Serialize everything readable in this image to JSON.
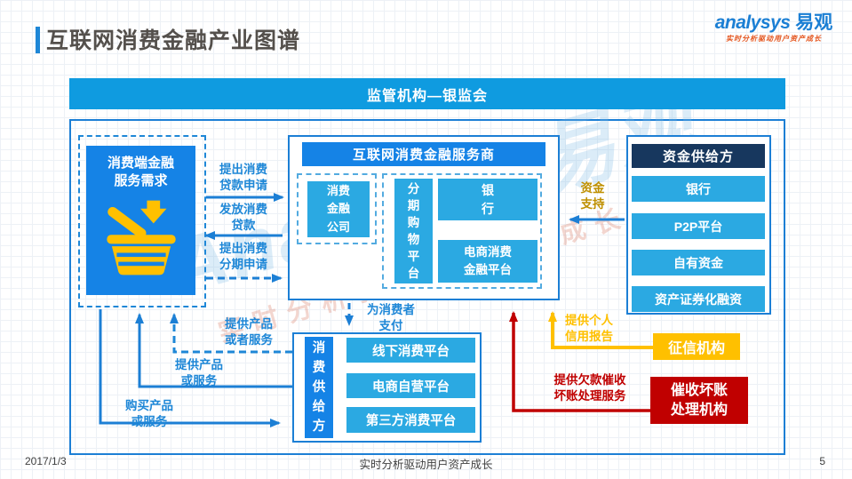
{
  "title": "互联网消费金融产业图谱",
  "logo": {
    "en": "analysys",
    "cn": "易观",
    "tagline": "实时分析驱动用户资产成长"
  },
  "banner": "监管机构—银监会",
  "demand": {
    "label": "消费端金融\n服务需求"
  },
  "provider": {
    "header": "互联网消费金融服务商",
    "companies": "消费\n金融\n公司",
    "installment": "分期购物平台",
    "bank": "银\n行",
    "ecommerce": "电商消费\n金融平台"
  },
  "funding": {
    "header": "资金供给方",
    "items": [
      "银行",
      "P2P平台",
      "自有资金",
      "资产证券化融资"
    ]
  },
  "consumption": {
    "header": "消费供给方",
    "items": [
      "线下消费平台",
      "电商自营平台",
      "第三方消费平台"
    ]
  },
  "agencies": {
    "credit": "征信机构",
    "collection": "催收坏账\n处理机构"
  },
  "arrows": {
    "loan_apply": "提出消费\n贷款申请",
    "loan_issue": "发放消费\n贷款",
    "installment_apply": "提出消费\n分期申请",
    "provide_or": "提供产品\n或者服务",
    "provide": "提供产品\n或服务",
    "buy": "购买产品\n或服务",
    "pay": "为消费者\n支付",
    "funding_support": "资金\n支持",
    "credit_report": "提供个人\n信用报告",
    "collection_service": "提供欠款催收\n坏账处理服务"
  },
  "watermark": {
    "brand": "Analysys 易观",
    "tagline": "实时分析驱动用户资产成长"
  },
  "footer": {
    "date": "2017/1/3",
    "center": "实时分析驱动用户资产成长",
    "page": "5"
  },
  "colors": {
    "banner_blue": "#0F9BE0",
    "box_blue": "#1583E6",
    "light_blue": "#2BA9E2",
    "navy": "#17375E",
    "yellow": "#FFC000",
    "red": "#C00000",
    "border_blue": "#1C7FD5",
    "label_blue": "#1E87D7",
    "gold_label": "#BF9000"
  }
}
